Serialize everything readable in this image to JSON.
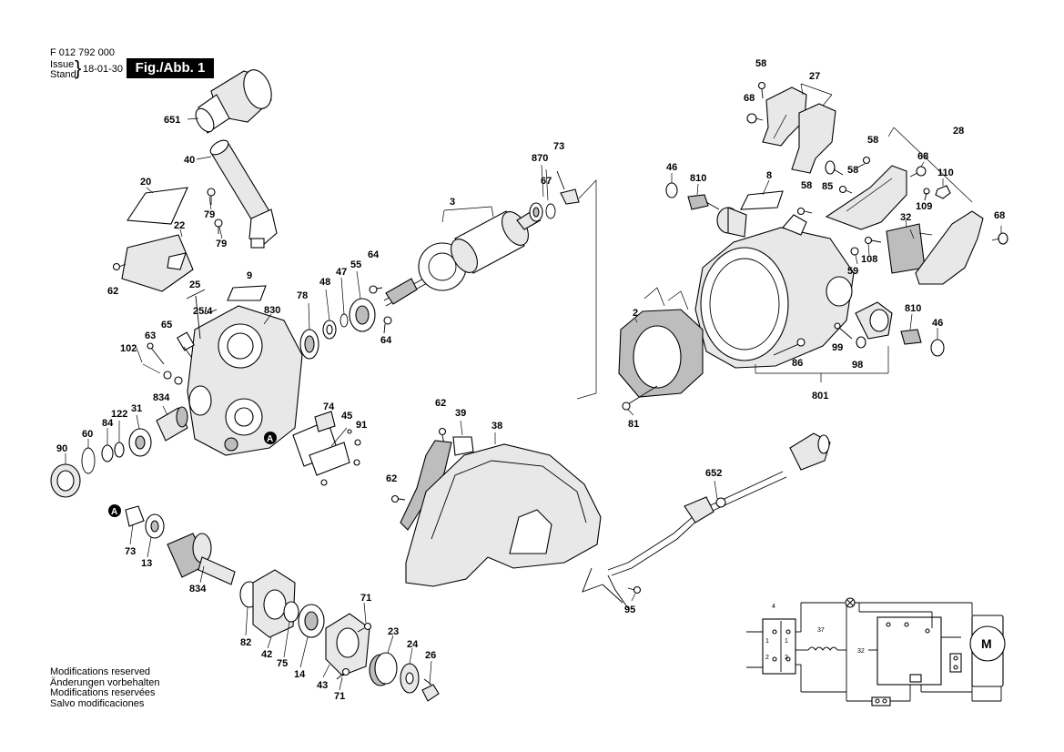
{
  "header": {
    "part_number": "F 012 792 000",
    "issue_label": "Issue",
    "stand_label": "Stand",
    "date": "18-01-30",
    "figure": "Fig./Abb. 1"
  },
  "notes": [
    "Modifications reserved",
    "Änderungen vorbehalten",
    "Modifications reservées",
    "Salvo modificaciones"
  ],
  "callouts": {
    "c651": "651",
    "c40": "40",
    "c20": "20",
    "c22": "22",
    "c79a": "79",
    "c79b": "79",
    "c62a": "62",
    "c9": "9",
    "c25": "25",
    "c25_4": "25/4",
    "c830": "830",
    "c65": "65",
    "c63": "63",
    "c102": "102",
    "c78": "78",
    "c48": "48",
    "c47": "47",
    "c55": "55",
    "c64a": "64",
    "c64b": "64",
    "c3": "3",
    "c870": "870",
    "c67": "67",
    "c73a": "73",
    "c834a": "834",
    "c31": "31",
    "c122": "122",
    "c84": "84",
    "c60": "60",
    "c90": "90",
    "c74": "74",
    "c45": "45",
    "c91": "91",
    "c62b": "62",
    "c39": "39",
    "c38": "38",
    "c62c": "62",
    "c73b": "73",
    "c13": "13",
    "c834b": "834",
    "c82": "82",
    "c42": "42",
    "c75": "75",
    "c14": "14",
    "c43": "43",
    "c71a": "71",
    "c71b": "71",
    "c23": "23",
    "c24": "24",
    "c26": "26",
    "c58a": "58",
    "c27": "27",
    "c68a": "68",
    "c28": "28",
    "c58b": "58",
    "c68b": "68",
    "c110": "110",
    "c58c": "58",
    "c85": "85",
    "c58d": "58",
    "c109": "109",
    "c46a": "46",
    "c810a": "810",
    "c8": "8",
    "c32": "32",
    "c68c": "68",
    "c108": "108",
    "c59": "59",
    "c2": "2",
    "c810b": "810",
    "c46b": "46",
    "c99": "99",
    "c98": "98",
    "c86": "86",
    "c801": "801",
    "c81": "81",
    "c652": "652",
    "c95": "95",
    "marker_a1": "A",
    "marker_a2": "A"
  },
  "schematic": {
    "label_4": "4",
    "label_37": "37",
    "label_32": "32",
    "motor": "M",
    "t1a": "1",
    "t1b": "1",
    "t2a": "2",
    "t2b": "2"
  }
}
